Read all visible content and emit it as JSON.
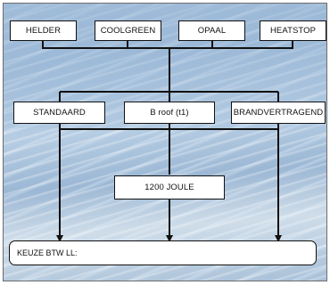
{
  "top_row": [
    {
      "key": "helder",
      "label": "HELDER"
    },
    {
      "key": "coolgreen",
      "label": "COOLGREEN"
    },
    {
      "key": "opaal",
      "label": "OPAAL"
    },
    {
      "key": "heatstop",
      "label": "HEATSTOP"
    }
  ],
  "middle_row": [
    {
      "key": "standaard",
      "label": "STANDAARD"
    },
    {
      "key": "b-roof",
      "label": "B roof (t1)"
    },
    {
      "key": "brandvertragend",
      "label": "BRANDVERTRAGEND"
    }
  ],
  "impact": {
    "label": "1200 JOULE"
  },
  "result": {
    "label": "KEUZE BTW LL:"
  },
  "colors": {
    "line": "#111111",
    "box_fill": "#ffffff"
  }
}
